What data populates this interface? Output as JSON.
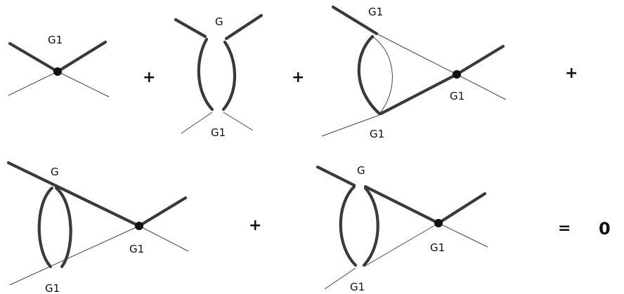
{
  "labels": {
    "t1_top": "G1",
    "t2_top": "G",
    "t2_bottom": "G1",
    "t3_top": "G1",
    "t3_vertex": "G1",
    "t3_bottom": "G1",
    "t4_top": "G",
    "t4_vertex": "G1",
    "t4_bottom": "G1",
    "t5_top": "G",
    "t5_vertex": "G1",
    "t5_bottom": "G1"
  },
  "operators": {
    "plus_1": "+",
    "plus_2": "+",
    "plus_3": "+",
    "plus_4": "+",
    "equals": "="
  },
  "result": "0"
}
